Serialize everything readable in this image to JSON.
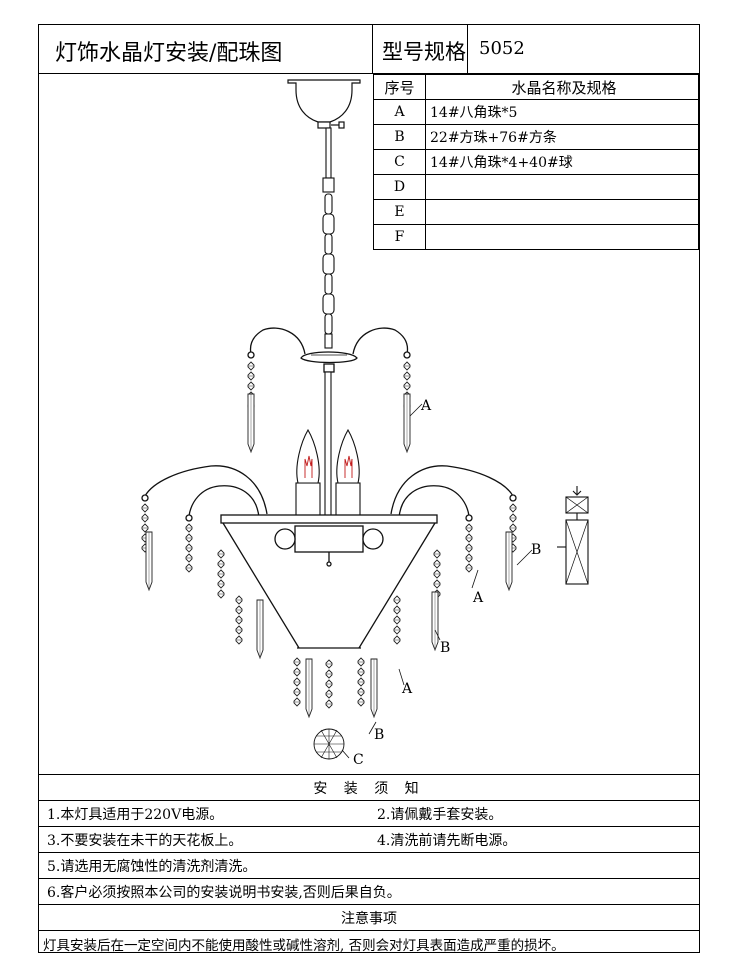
{
  "header": {
    "title": "灯饰水晶灯安装/配珠图",
    "model_label": "型号规格",
    "model_value": "5052"
  },
  "spec_table": {
    "col_index": "序号",
    "col_name": "水晶名称及规格",
    "rows": [
      {
        "index": "A",
        "name": "14#八角珠*5"
      },
      {
        "index": "B",
        "name": "22#方珠+76#方条"
      },
      {
        "index": "C",
        "name": "14#八角珠*4+40#球"
      },
      {
        "index": "D",
        "name": ""
      },
      {
        "index": "E",
        "name": ""
      },
      {
        "index": "F",
        "name": ""
      }
    ]
  },
  "drawing": {
    "callouts": {
      "a1": "A",
      "b1": "B",
      "a2": "A",
      "b2": "B",
      "a3": "A",
      "b3": "B",
      "c": "C"
    }
  },
  "instructions": {
    "heading": "安 装 须 知",
    "items": [
      "1.本灯具适用于220V电源。",
      "2.请佩戴手套安装。",
      "3.不要安装在未干的天花板上。",
      "4.清洗前请先断电源。",
      "5.请选用无腐蚀性的清洗剂清洗。",
      "6.客户必须按照本公司的安装说明书安装,否则后果自负。"
    ],
    "caution_heading": "注意事项",
    "caution_text": "灯具安装后在一定空间内不能使用酸性或碱性溶剂, 否则会对灯具表面造成严重的损坏。"
  }
}
